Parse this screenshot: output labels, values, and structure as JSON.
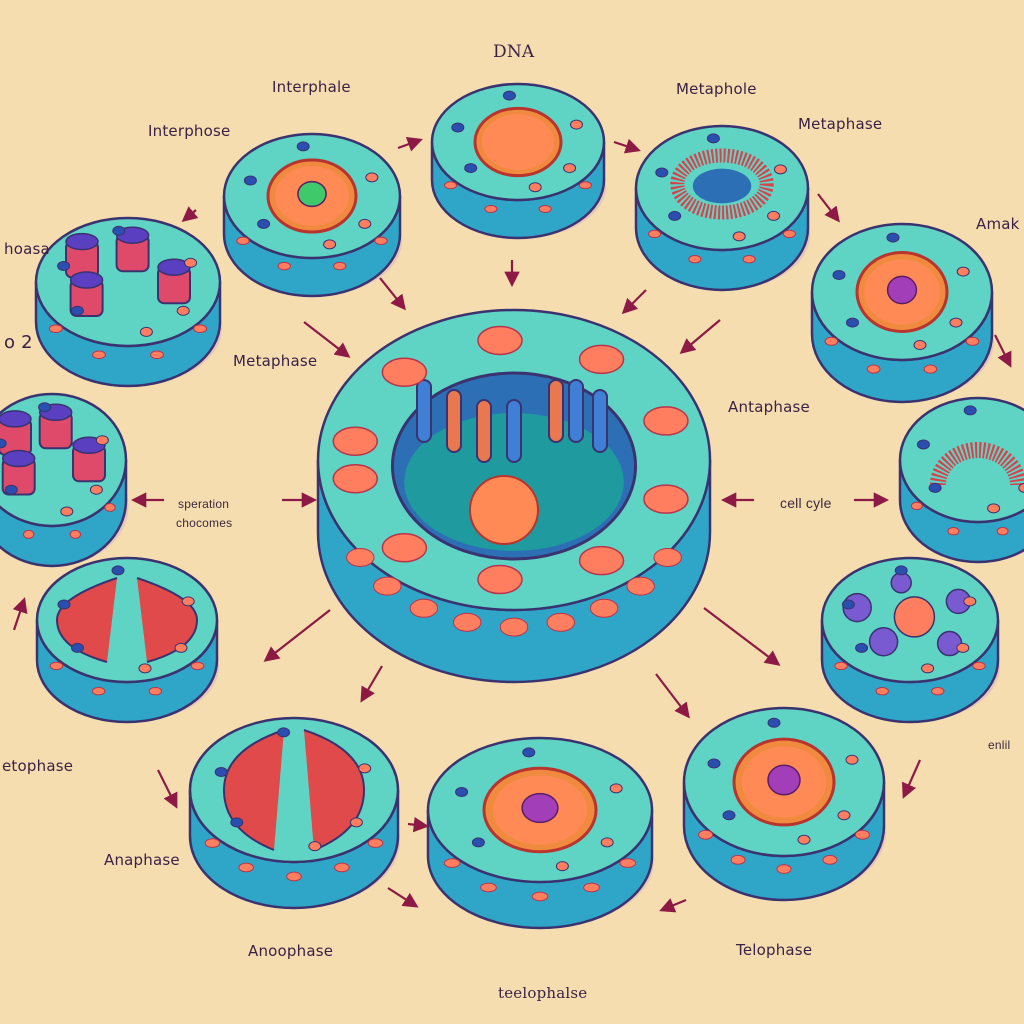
{
  "labels": {
    "dna": "DNA",
    "interphale": "Interphale",
    "metaphole": "Metaphole",
    "interphose": "Interphose",
    "metaphase_top_right": "Metaphase",
    "phoasa": "hoasa",
    "amak": "Amak",
    "two": "o 2",
    "metaphase_left": "Metaphase",
    "antaphase": "Antaphase",
    "speration": "speration",
    "chocomes": "chocomes",
    "cell_cyle": "cell cyle",
    "etophase": "etophase",
    "enlil": "enlil",
    "anaphase": "Anaphase",
    "anoophase": "Anoophase",
    "telophase": "Telophase",
    "teelophalse": "teelophalse"
  },
  "colors": {
    "background": "#f6ddb0",
    "cell_top": "#5fd3c4",
    "cell_side": "#2fa6c8",
    "cell_outline": "#3b3270",
    "organelle": "#ff7e5f",
    "nucleolus": "#a23fb8",
    "arrow": "#8c1a45",
    "label": "#3a2146"
  },
  "cells": [
    {
      "name": "cell-interphase",
      "nucleus": true,
      "nucleolus_color": "#3fc96a"
    },
    {
      "name": "cell-dna",
      "nucleus": true
    },
    {
      "name": "cell-metaphase-ring",
      "ring": true
    },
    {
      "name": "cell-prophase",
      "nucleus": true,
      "nucleolus_color": "#a23fb8"
    },
    {
      "name": "cell-anaphase-right",
      "spindle": true
    },
    {
      "name": "cell-vesicles",
      "vesicles": true
    },
    {
      "name": "cell-telophase-right",
      "nucleus": true,
      "nucleolus_color": "#a23fb8"
    },
    {
      "name": "cell-telophase-bottom",
      "nucleus": true,
      "nucleolus_color": "#a23fb8"
    },
    {
      "name": "cell-anaphase-bottom",
      "split": true
    },
    {
      "name": "cell-telophase-left",
      "split_small": true
    },
    {
      "name": "cell-chromosomes-left",
      "drums": true
    },
    {
      "name": "cell-chromosomes-top-left",
      "drums": true
    },
    {
      "name": "cell-center",
      "center": true
    }
  ]
}
